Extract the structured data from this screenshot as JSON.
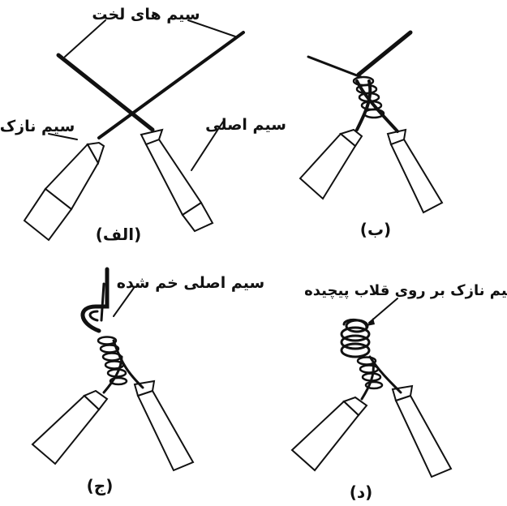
{
  "panels": {
    "alef": {
      "caption": "(الف)",
      "labels": {
        "bare_wires": "سیم های لخت",
        "thin_wire": "سیم نازک",
        "main_wire": "سیم اصلی"
      }
    },
    "be": {
      "caption": "(ب)"
    },
    "jim": {
      "caption": "(ج)",
      "labels": {
        "main_wire_bent": "سیم اصلی خم شده"
      }
    },
    "dal": {
      "caption": "(د)",
      "labels": {
        "thin_wire_wrapped": "سیم نازک بر روی قلاب پیچیده"
      }
    }
  }
}
